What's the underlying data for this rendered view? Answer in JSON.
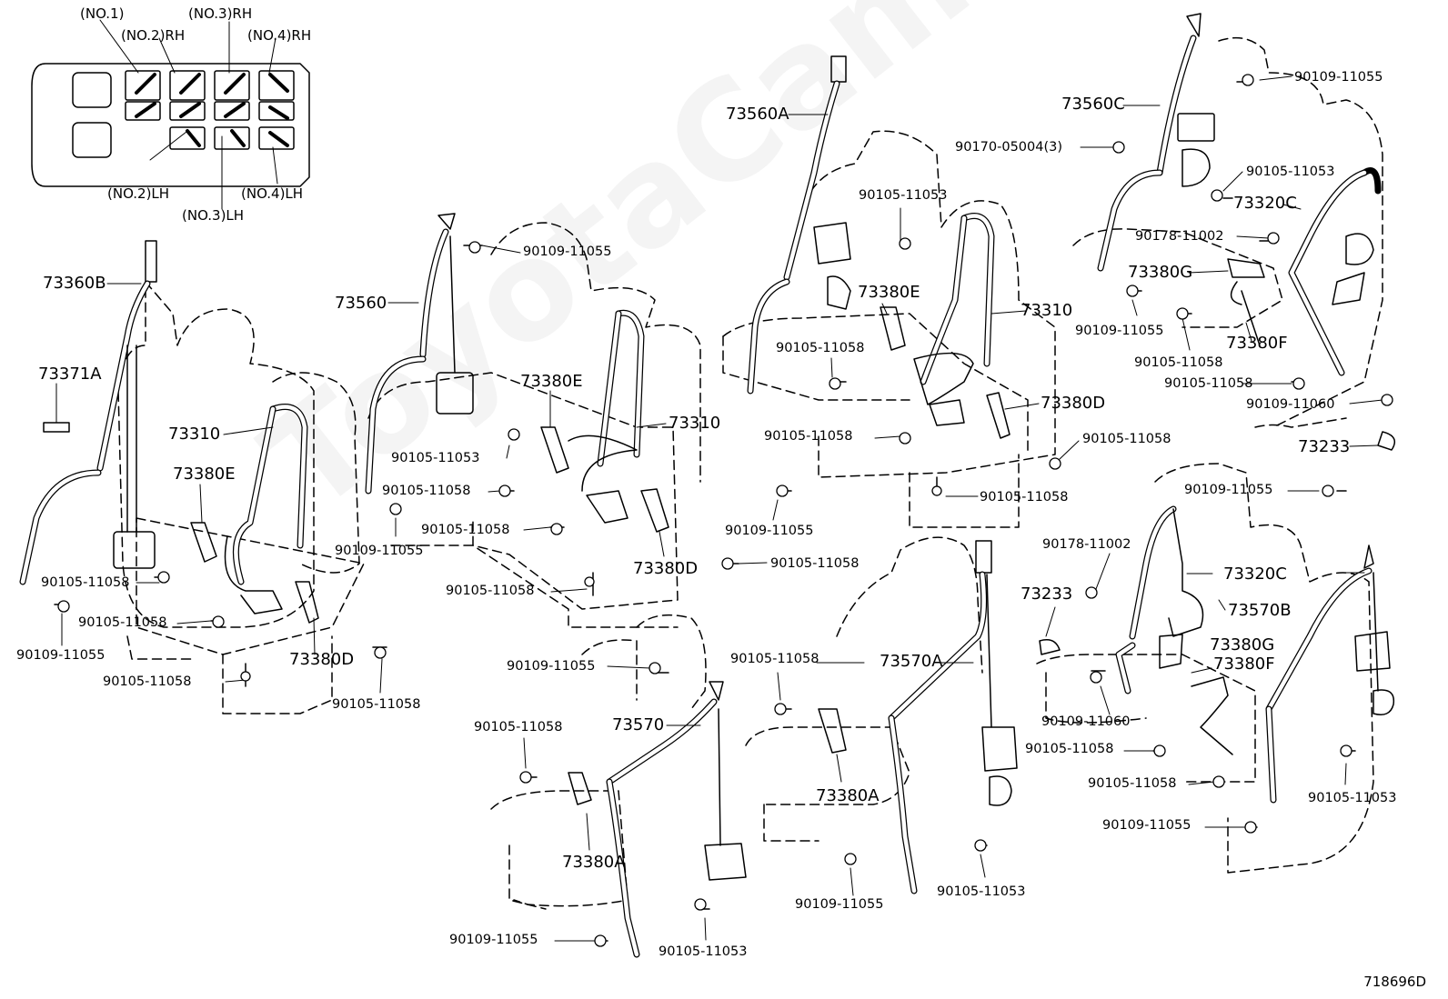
{
  "watermark": "ToyotaCamry.ru",
  "illustration_id": "718696D",
  "seat_locator": {
    "no1": "(NO.1)",
    "no2_rh": "(NO.2)RH",
    "no3_rh": "(NO.3)RH",
    "no4_rh": "(NO.4)RH",
    "no2_lh": "(NO.2)LH",
    "no3_lh": "(NO.3)LH",
    "no4_lh": "(NO.4)LH"
  },
  "parts": {
    "p73360B": "73360B",
    "p73371A": "73371A",
    "p73310": "73310",
    "p73380E": "73380E",
    "p73380D": "73380D",
    "p73560": "73560",
    "p73560A": "73560A",
    "p73560C": "73560C",
    "p73320C": "73320C",
    "p73380G": "73380G",
    "p73380F": "73380F",
    "p73233": "73233",
    "p73570": "73570",
    "p73570A": "73570A",
    "p73570B": "73570B",
    "p73380A": "73380A",
    "b90105_11058": "90105-11058",
    "b90109_11055": "90109-11055",
    "b90105_11053": "90105-11053",
    "b90109_11060": "90109-11060",
    "b90178_11002": "90178-11002",
    "n90170_05004": "90170-05004(3)"
  }
}
